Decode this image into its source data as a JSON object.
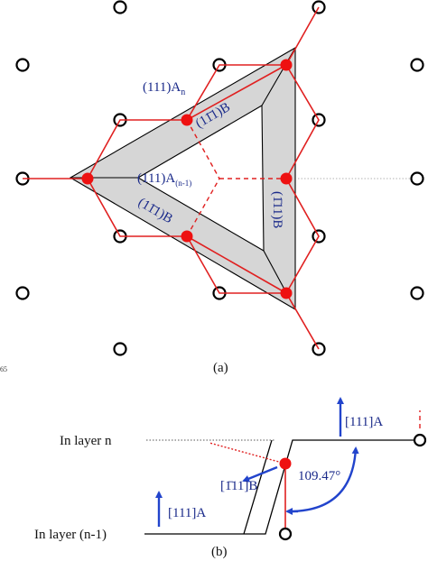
{
  "panel_a": {
    "caption": "(a)",
    "page_number": "65",
    "label_top": {
      "main": "(111)A",
      "sub": "n"
    },
    "label_center": {
      "main": "(111)A",
      "sub": "(n-1)"
    },
    "label_upper_left_face": "(11̄1)B",
    "label_lower_left_face": "(11̄1)B",
    "label_right_face": "(1̄11)B"
  },
  "panel_b": {
    "caption": "(b)",
    "layer_n": "In layer n",
    "layer_n_minus_1": "In layer (n-1)",
    "dir_up_right": "[111]A",
    "dir_up_left": "[111]A",
    "dir_diag": "[1̄11]B",
    "angle": "109.47°"
  },
  "colors": {
    "bond": "#e02020",
    "atom_red": "#ee1111",
    "arrow_blue": "#2244cc",
    "label_blue": "#1a2a8a",
    "face_fill": "#d6d6d6"
  }
}
